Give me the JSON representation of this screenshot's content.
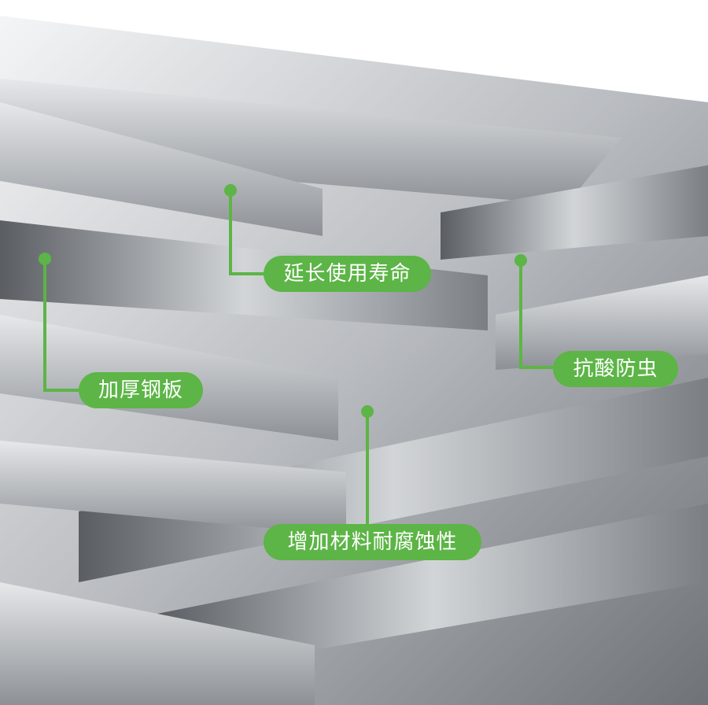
{
  "callouts": [
    {
      "label": "延长使用寿命"
    },
    {
      "label": "加厚钢板"
    },
    {
      "label": "抗酸防虫"
    },
    {
      "label": "增加材料耐腐蚀性"
    }
  ],
  "colors": {
    "accent": "#5cb546"
  }
}
